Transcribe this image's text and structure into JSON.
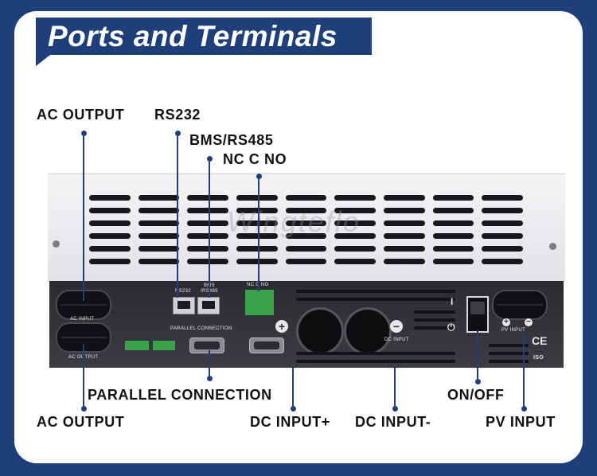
{
  "title": "Ports and Terminals",
  "labels": {
    "ac_output_top": "AC OUTPUT",
    "rs232": "RS232",
    "bms_rs485": "BMS/RS485",
    "nc_c_no": "NC C NO",
    "parallel_connection": "PARALLEL CONNECTION",
    "on_off": "ON/OFF",
    "ac_output_bottom": "AC OUTPUT",
    "dc_input_plus": "DC INPUT+",
    "dc_input_minus": "DC INPUT-",
    "pv_input": "PV INPUT"
  },
  "panel_text": {
    "ac_input": "AC INPUT",
    "ac_output": "AC OUTPUT",
    "rs232": "RS232",
    "bms": "BMS",
    "rs485": "/RS485",
    "nc_c_no": "NC C NO",
    "parallel_connection": "PARALLEL CONNECTION",
    "dc_input": "DC INPUT",
    "pv_input": "PV INPUT",
    "ce": "CE",
    "iso": "ISO",
    "power_symbol": "⏻",
    "on_mark": "I",
    "plus": "+",
    "minus": "−"
  },
  "watermark": "Wingteflo",
  "colors": {
    "background": "#1e3f79",
    "card": "#ffffff",
    "accent": "#1e3f79",
    "terminal_green": "#3aa34a"
  }
}
